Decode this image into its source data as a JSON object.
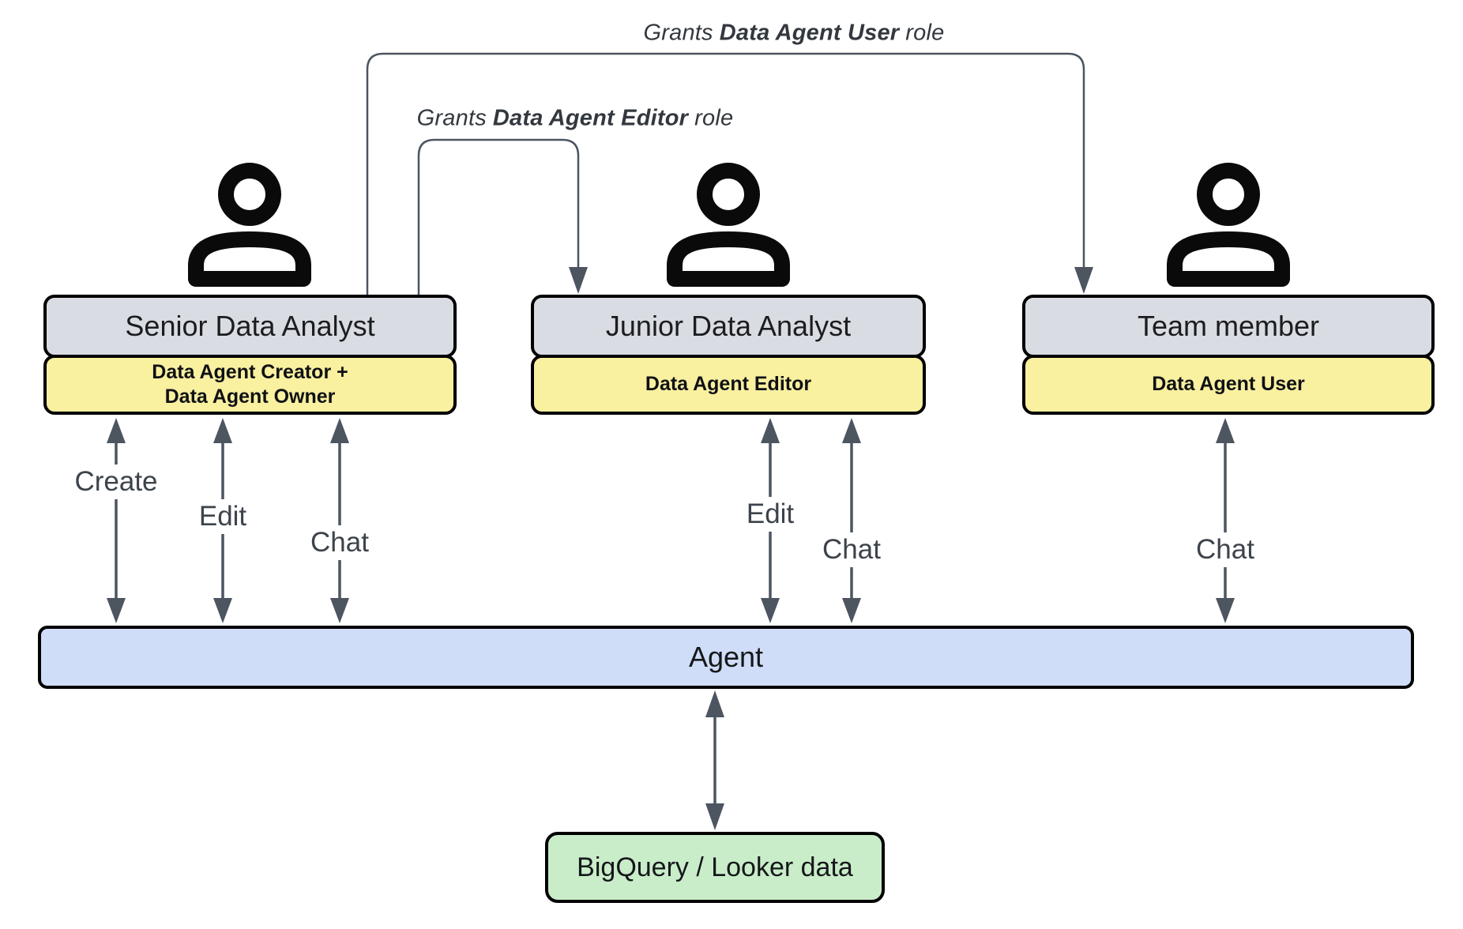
{
  "annotations": {
    "grant_user": {
      "prefix": "Grants",
      "bold": "Data Agent User",
      "suffix": "role"
    },
    "grant_editor": {
      "prefix": "Grants",
      "bold": "Data Agent Editor",
      "suffix": "role"
    }
  },
  "personas": [
    {
      "title": "Senior Data Analyst",
      "role_lines": [
        "Data Agent Creator +",
        "Data Agent Owner"
      ],
      "actions": [
        "Create",
        "Edit",
        "Chat"
      ],
      "icon": "person-icon"
    },
    {
      "title": "Junior Data Analyst",
      "role_lines": [
        "Data Agent Editor"
      ],
      "actions": [
        "Edit",
        "Chat"
      ],
      "icon": "person-icon"
    },
    {
      "title": "Team member",
      "role_lines": [
        "Data Agent User"
      ],
      "actions": [
        "Chat"
      ],
      "icon": "person-icon"
    }
  ],
  "agent": {
    "label": "Agent"
  },
  "datastore": {
    "label": "BigQuery / Looker data"
  },
  "colors": {
    "role_header_fill": "#d9dce2",
    "role_badge_fill": "#f9f0a0",
    "agent_fill": "#cfddf8",
    "datastore_fill": "#c9edc9",
    "wire": "#4c5560",
    "border": "#000000"
  }
}
